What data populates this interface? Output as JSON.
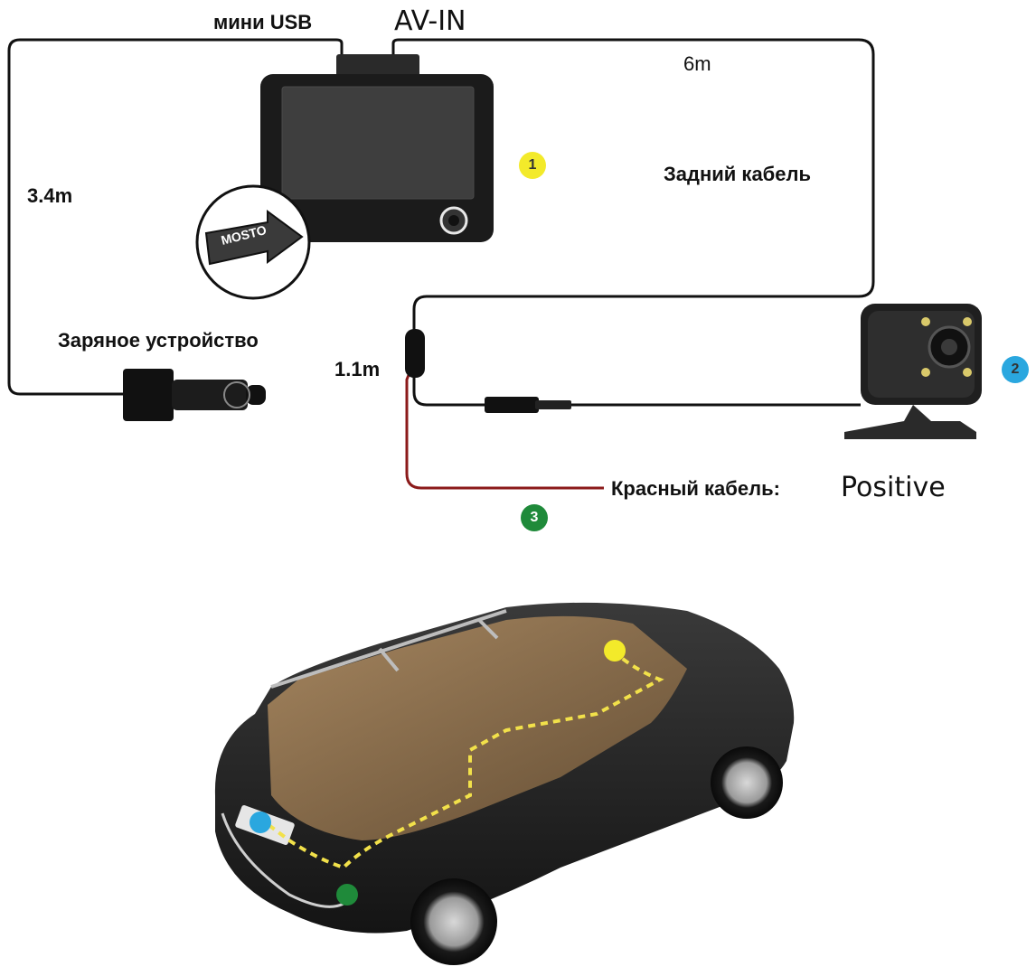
{
  "labels": {
    "mini_usb": "мини USB",
    "av_in": "AV-IN",
    "len_6m": "6m",
    "len_3_4m": "3.4m",
    "len_1_1m": "1.1m",
    "rear_cable": "Задний кабель",
    "charger": "Заряное устройство",
    "red_cable": "Красный кабель:",
    "positive": "Positive",
    "brand": "MOSTO"
  },
  "badges": [
    {
      "number": "1",
      "color": "#f3ea2a"
    },
    {
      "number": "2",
      "color": "#2aa7df"
    },
    {
      "number": "3",
      "color": "#1f8a3a"
    }
  ],
  "colors": {
    "cable": "#111111",
    "red_cable": "#8b1a1a",
    "route_line": "#f2e14a"
  },
  "icons": {
    "dashcam": "dashcam-icon",
    "rear_camera": "rear-camera-icon",
    "car_charger": "car-charger-icon",
    "car": "car-illustration"
  }
}
